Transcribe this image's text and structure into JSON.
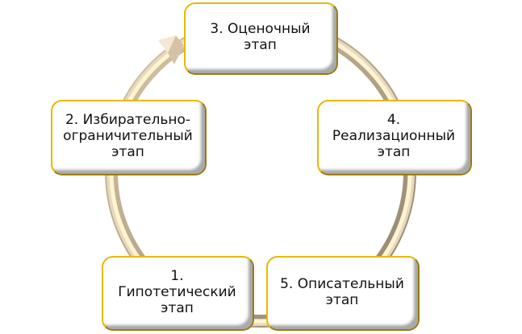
{
  "diagram": {
    "type": "cycle",
    "colors": {
      "box_border": "#e8b800",
      "box_fill": "#ffffff",
      "ring_light": "#fff4d0",
      "ring_mid": "#e6d6b8",
      "ring_dark": "#a8987c",
      "text": "#111111"
    },
    "stages": [
      {
        "id": 1,
        "label": "1. Гипотетический\nэтап"
      },
      {
        "id": 2,
        "label": "2. Избирательно-\nограничительный\nэтап"
      },
      {
        "id": 3,
        "label": "3. Оценочный\nэтап"
      },
      {
        "id": 4,
        "label": "4.\nРеализационный\nэтап"
      },
      {
        "id": 5,
        "label": "5. Описательный\nэтап"
      }
    ],
    "flow": [
      "1",
      "2",
      "3",
      "4",
      "5"
    ],
    "arrow_direction": "clockwise"
  }
}
